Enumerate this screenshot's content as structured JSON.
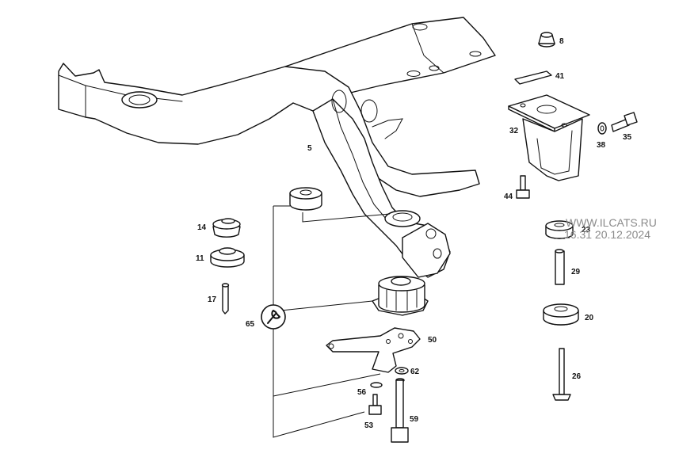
{
  "watermark": {
    "line1": "WWW.ILCATS.RU",
    "line2": "16.31 20.12.2024"
  },
  "callouts": {
    "p5": "5",
    "p8": "8",
    "p41": "41",
    "p32": "32",
    "p38": "38",
    "p35": "35",
    "p44": "44",
    "p23": "23",
    "p29": "29",
    "p20": "20",
    "p26": "26",
    "p14": "14",
    "p11": "11",
    "p17": "17",
    "p65": "65",
    "p50": "50",
    "p62": "62",
    "p56": "56",
    "p53": "53",
    "p59": "59"
  },
  "icons": {
    "assembly_marker": "wrench-icon"
  },
  "colors": {
    "line": "#111111",
    "background": "#ffffff",
    "watermark": "#8a8a8a"
  }
}
